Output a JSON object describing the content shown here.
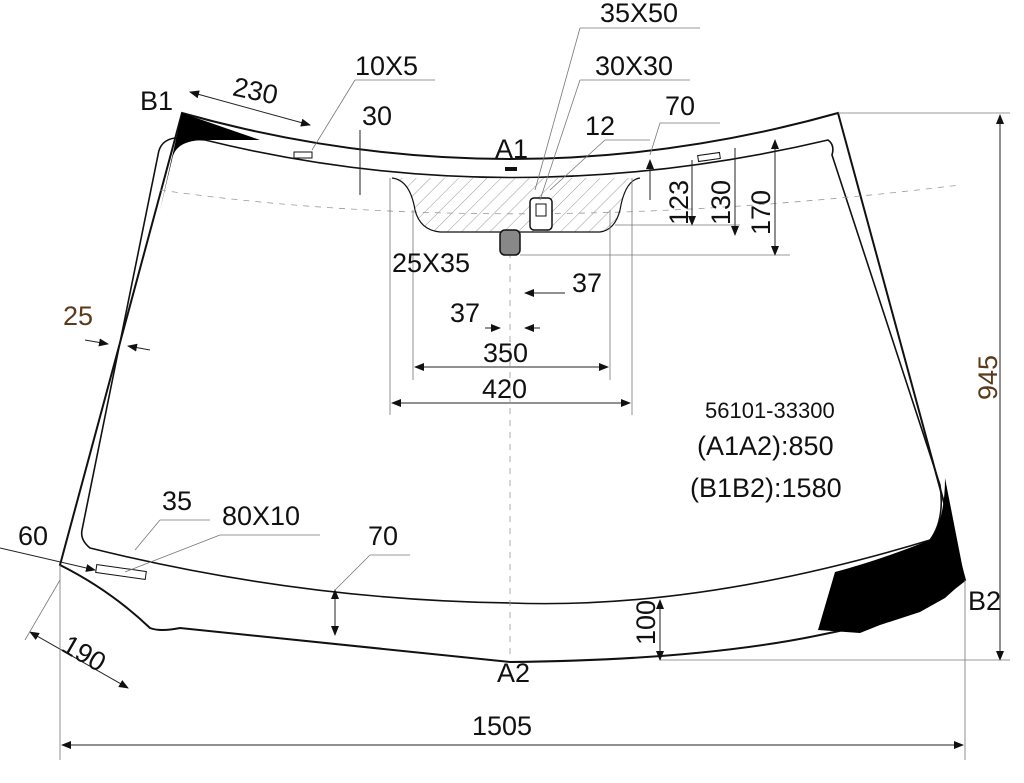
{
  "part_number": "56101-33300",
  "a1a2": "(A1A2):850",
  "b1b2": "(B1B2):1580",
  "points": {
    "a1": "A1",
    "a2": "A2",
    "b1": "B1",
    "b2": "B2"
  },
  "dimensions": {
    "d35x50": "35X50",
    "d10x5": "10X5",
    "d30x30": "30X30",
    "d230": "230",
    "d30": "30",
    "d12": "12",
    "d70_top": "70",
    "d123": "123",
    "d130": "130",
    "d170": "170",
    "d25x35": "25X35",
    "d37_right": "37",
    "d37_left": "37",
    "d350": "350",
    "d420": "420",
    "d25": "25",
    "d945": "945",
    "d35": "35",
    "d80x10": "80X10",
    "d60": "60",
    "d70_bottom": "70",
    "d100": "100",
    "d190": "190",
    "d1505": "1505"
  },
  "colors": {
    "line": "#111111",
    "fill_dark": "#000000",
    "label_brown": "#5a3a1a"
  }
}
